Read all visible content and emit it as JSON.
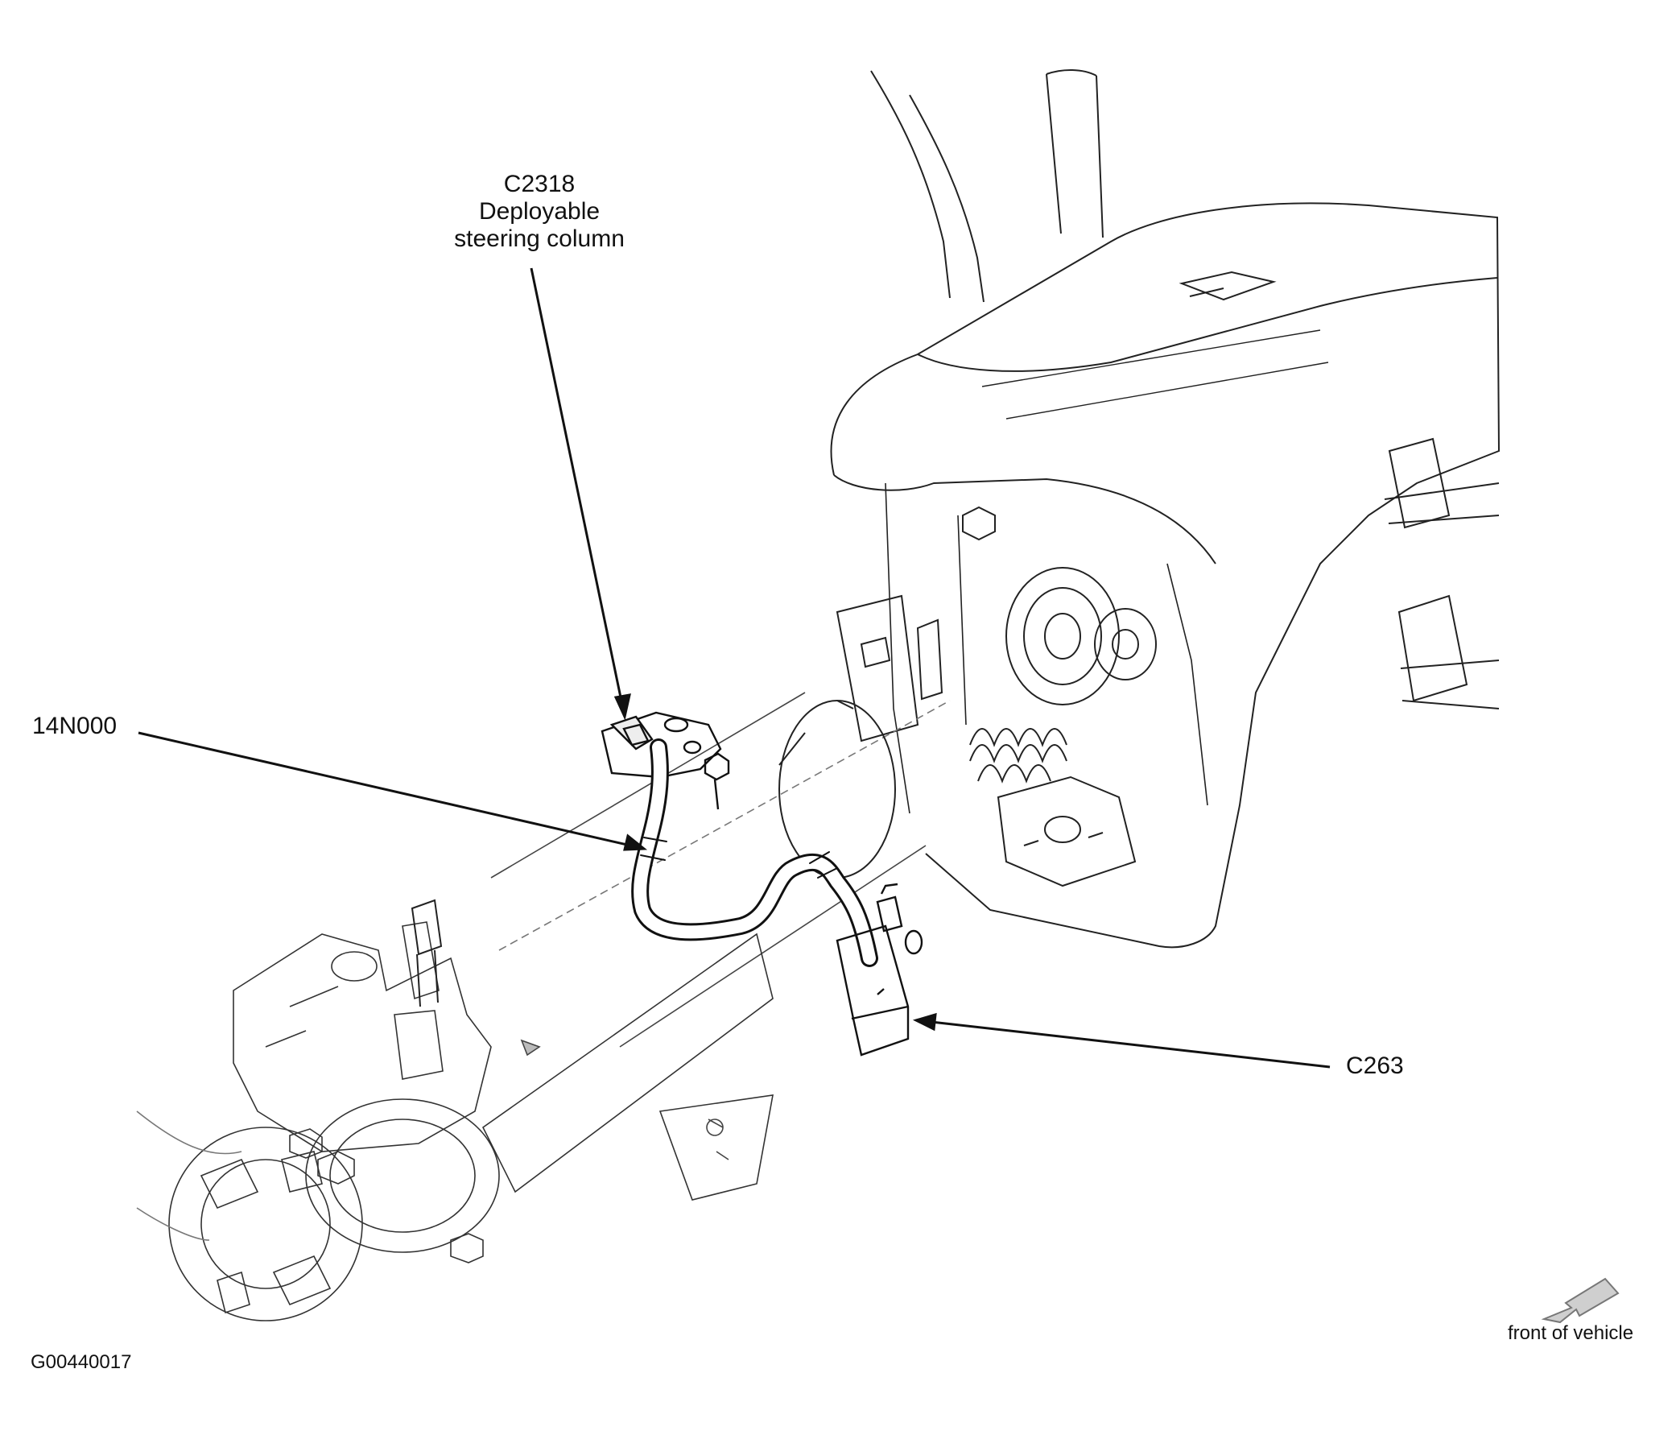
{
  "labels": {
    "c2318": {
      "line1": "C2318",
      "line2": "Deployable",
      "line3": "steering column"
    },
    "harness": "14N000",
    "c263": "C263",
    "front": "front of vehicle",
    "figure_id": "G00440017"
  },
  "colors": {
    "line": "#1a1a1a",
    "thin_line": "#555555",
    "arrow_fill": "#cfcfcf"
  }
}
